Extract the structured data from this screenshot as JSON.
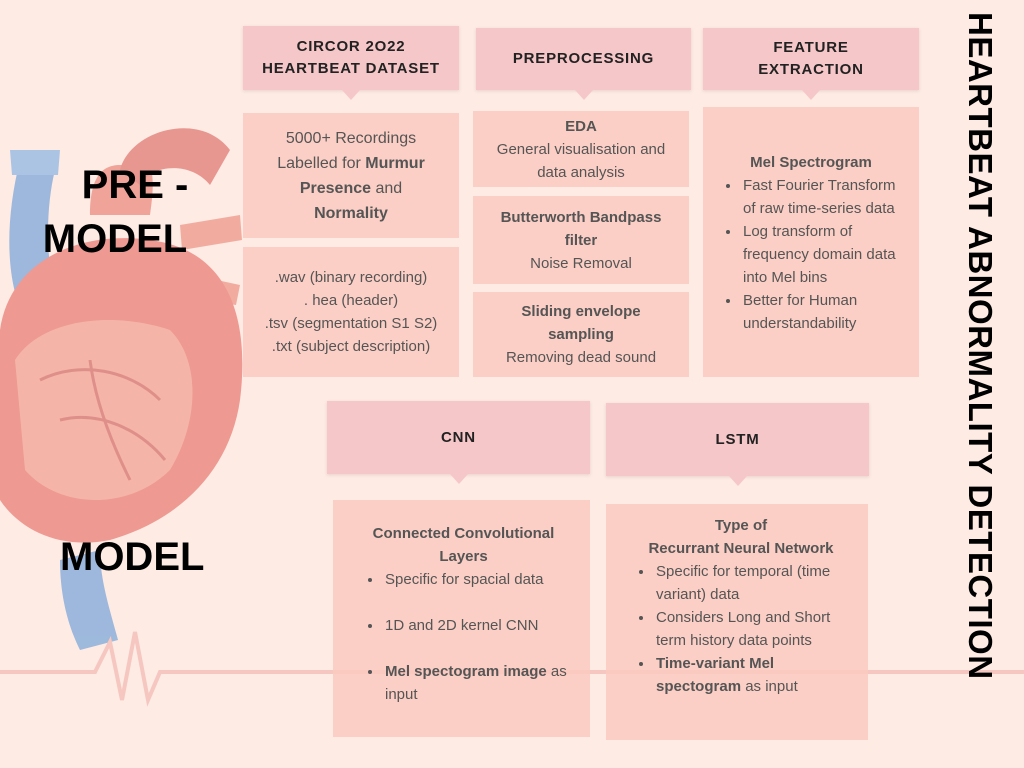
{
  "title": "HEARTBEAT ABNORMALITY DETECTION",
  "sections": {
    "pre_model": [
      "PRE -",
      "MODEL"
    ],
    "model": "MODEL"
  },
  "headers": {
    "dataset": [
      "CIRCOR 2O22",
      "HEARTBEAT DATASET"
    ],
    "preprocessing": "PREPROCESSING",
    "feature_extraction": [
      "FEATURE",
      "EXTRACTION"
    ],
    "cnn": "CNN",
    "lstm": "LSTM"
  },
  "dataset": {
    "recordings": {
      "line1": "5000+ Recordings",
      "line2_prefix": "Labelled for ",
      "line2_bold": "Murmur",
      "line3_bold": "Presence",
      "line3_suffix": " and",
      "line4_bold": "Normality"
    },
    "files": [
      ".wav (binary recording)",
      ". hea (header)",
      ".tsv (segmentation S1 S2)",
      ".txt (subject description)"
    ]
  },
  "preprocessing": {
    "eda": {
      "title": "EDA",
      "desc": [
        "General visualisation and",
        "data analysis"
      ]
    },
    "butterworth": {
      "title": [
        "Butterworth Bandpass",
        "filter"
      ],
      "desc": "Noise Removal"
    },
    "envelope": {
      "title": [
        "Sliding envelope",
        "sampling"
      ],
      "desc": "Removing dead sound"
    }
  },
  "feature": {
    "title": "Mel Spectrogram",
    "bullets": [
      [
        "Fast Fourier Transform",
        "of raw time-series data"
      ],
      [
        "Log transform of",
        "frequency domain data",
        "into Mel bins"
      ],
      [
        "Better for Human",
        "understandability"
      ]
    ]
  },
  "cnn": {
    "title": [
      "Connected Convolutional",
      "Layers"
    ],
    "bullet1": "Specific for spacial  data",
    "bullet2": "1D and 2D kernel CNN",
    "bullet3_bold": "Mel spectogram image",
    "bullet3_suffix": " as",
    "bullet3_line2": "input"
  },
  "lstm": {
    "title": [
      "Type of",
      "Recurrant Neural Network"
    ],
    "bullet1": [
      "Specific for temporal (time",
      "variant) data"
    ],
    "bullet2": [
      "Considers Long and Short",
      "term history data points"
    ],
    "bullet3_bold1": "Time-variant Mel",
    "bullet3_bold2": "spectogram",
    "bullet3_suffix": " as input"
  },
  "colors": {
    "background": "#fdebe4",
    "header_fill": "#f6c7c8",
    "box_fill": "#facbc0",
    "heart_red": "#e05a55",
    "vessel_blue": "#4f8fd6"
  },
  "icons": [
    "heart-illustration",
    "ecg-line"
  ]
}
